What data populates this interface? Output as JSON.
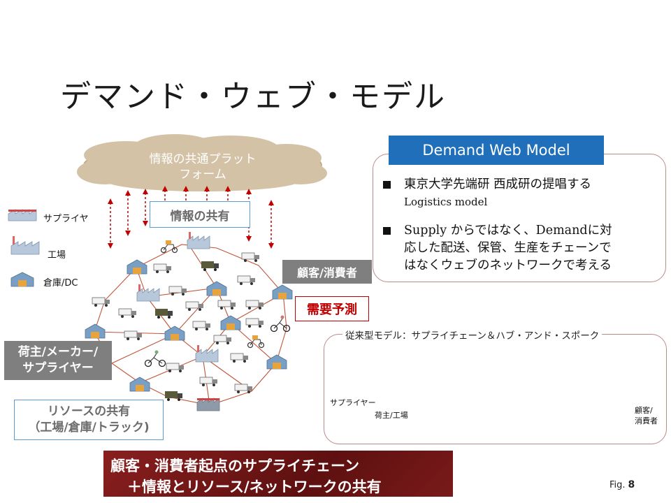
{
  "slide": {
    "title": "デマンド・ウェブ・モデル",
    "cloud_line1": "情報の共通プラット",
    "cloud_line2": "フォーム",
    "info_share": "情報の共有",
    "customer_label": "顧客/消費者",
    "demand_forecast": "需要予測",
    "shipper_label": "荷主/メーカー/\nサプライヤー",
    "resource_label": "リソースの共有\n（工場/倉庫/トラック)",
    "banner_line1": "顧客・消費者起点のサプライチェーン",
    "banner_line2": "＋情報とリソース/ネットワークの共有",
    "fig_label": "Fig.",
    "fig_number": "8"
  },
  "legend": {
    "supplier": "サプライヤ",
    "factory": "工場",
    "warehouse": "倉庫/DC"
  },
  "dwm": {
    "header": "Demand Web Model",
    "bullet1_line1": "東京大学先端研 西成研の提唱する",
    "bullet1_line2": "Logistics model",
    "bullet2_line1": "Supply からではなく、Demandに対",
    "bullet2_line2": "応した配送、保管、生産をチェーンで",
    "bullet2_line3": "はなくウェブのネットワークで考える"
  },
  "conventional": {
    "title": "従来型モデル：サプライチェーン＆ハブ・アンド・スポーク",
    "supplier": "サプライヤー",
    "shipper": "荷主/工場",
    "customer_line1": "顧客/",
    "customer_line2": "消費者"
  },
  "colors": {
    "accent_blue": "#1f6fba",
    "network_line": "#c0553a",
    "arrow_red": "#c00000",
    "banner": "#7a1a1a",
    "gray_box": "#7f7f7f"
  }
}
